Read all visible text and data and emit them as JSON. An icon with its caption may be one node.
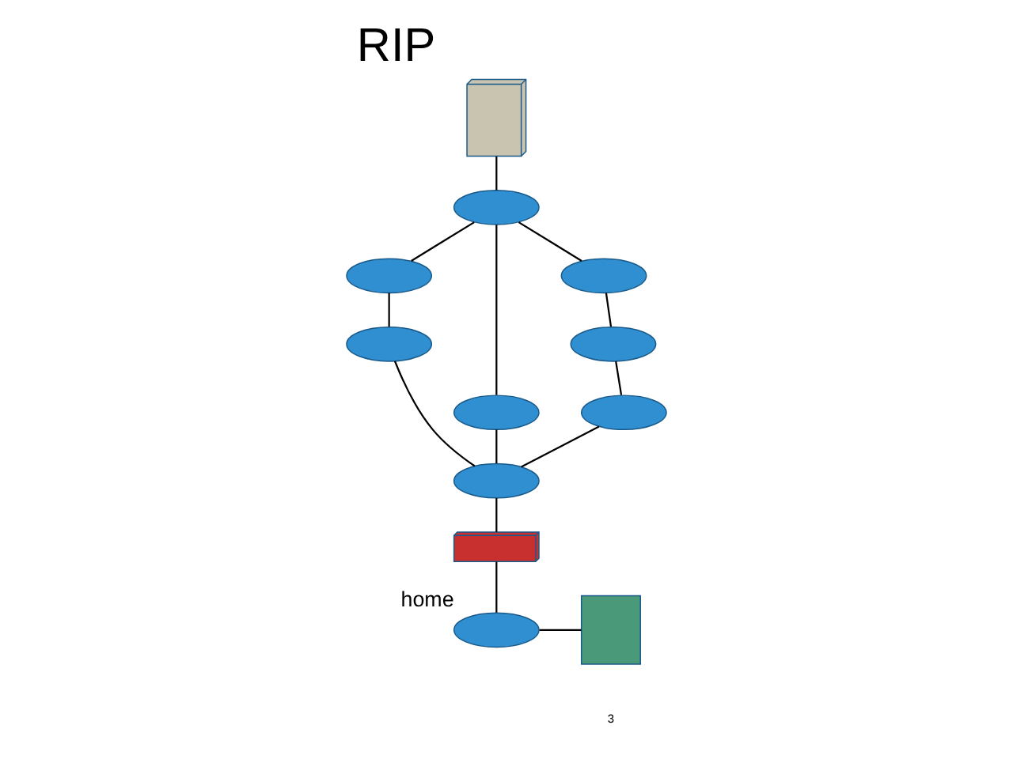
{
  "diagram": {
    "title": "RIP",
    "nodes": [
      {
        "text": [],
        "shape": "picture"
      },
      {
        "text": [],
        "shape": "cylinder"
      },
      {
        "text": [],
        "shape": "cylinder"
      },
      {
        "text": [],
        "shape": "cylinder"
      },
      {
        "text": [],
        "shape": "cylinder"
      },
      {
        "text": [],
        "shape": "cylinder"
      },
      {
        "text": [],
        "shape": "cylinder"
      },
      {
        "text": [],
        "shape": "cylinder"
      },
      {
        "text": [],
        "shape": "cylinder"
      },
      {
        "text": [],
        "shape": "picture"
      },
      {
        "text": [],
        "shape": "cylinder",
        "beside": [
          "home"
        ]
      },
      {
        "text": [],
        "shape": "person"
      }
    ],
    "edges": [
      {
        "from": 0,
        "to": 1,
        "arrow": "none"
      },
      {
        "from": 1,
        "to": 2,
        "arrow": "none"
      },
      {
        "from": 1,
        "to": 4,
        "arrow": "none"
      },
      {
        "from": 1,
        "to": 5,
        "arrow": "none"
      },
      {
        "from": 2,
        "to": 3,
        "arrow": "none"
      },
      {
        "from": 5,
        "to": 6,
        "arrow": "none"
      },
      {
        "from": 6,
        "to": 7,
        "arrow": "none"
      },
      {
        "from": 3,
        "to": 8,
        "arrow": "none"
      },
      {
        "from": 4,
        "to": 8,
        "arrow": "none"
      },
      {
        "from": 7,
        "to": 8,
        "arrow": "none"
      },
      {
        "from": 8,
        "to": 9,
        "arrow": "none"
      },
      {
        "from": 9,
        "to": 10,
        "arrow": "none"
      },
      {
        "from": 10,
        "to": 11,
        "arrow": "none"
      }
    ],
    "labels": [
      "3"
    ]
  }
}
